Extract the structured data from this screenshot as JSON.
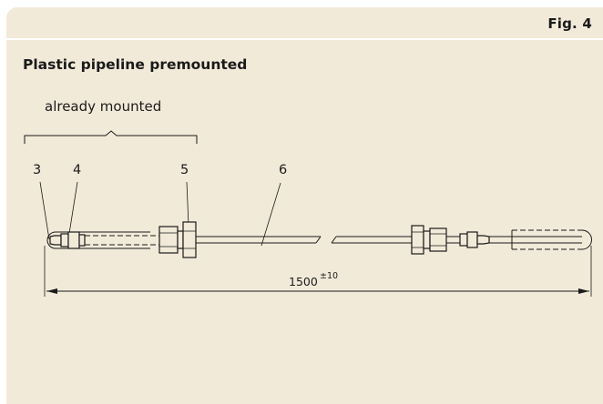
{
  "figure": {
    "label": "Fig. 4",
    "title": "Plastic pipeline premounted",
    "note": "already mounted",
    "callouts": [
      "3",
      "4",
      "5",
      "6"
    ],
    "dimension": {
      "value": "1500",
      "tolerance": "±10"
    }
  },
  "colors": {
    "panel_background": "#f2ead9",
    "line": "#1a1a1a"
  }
}
